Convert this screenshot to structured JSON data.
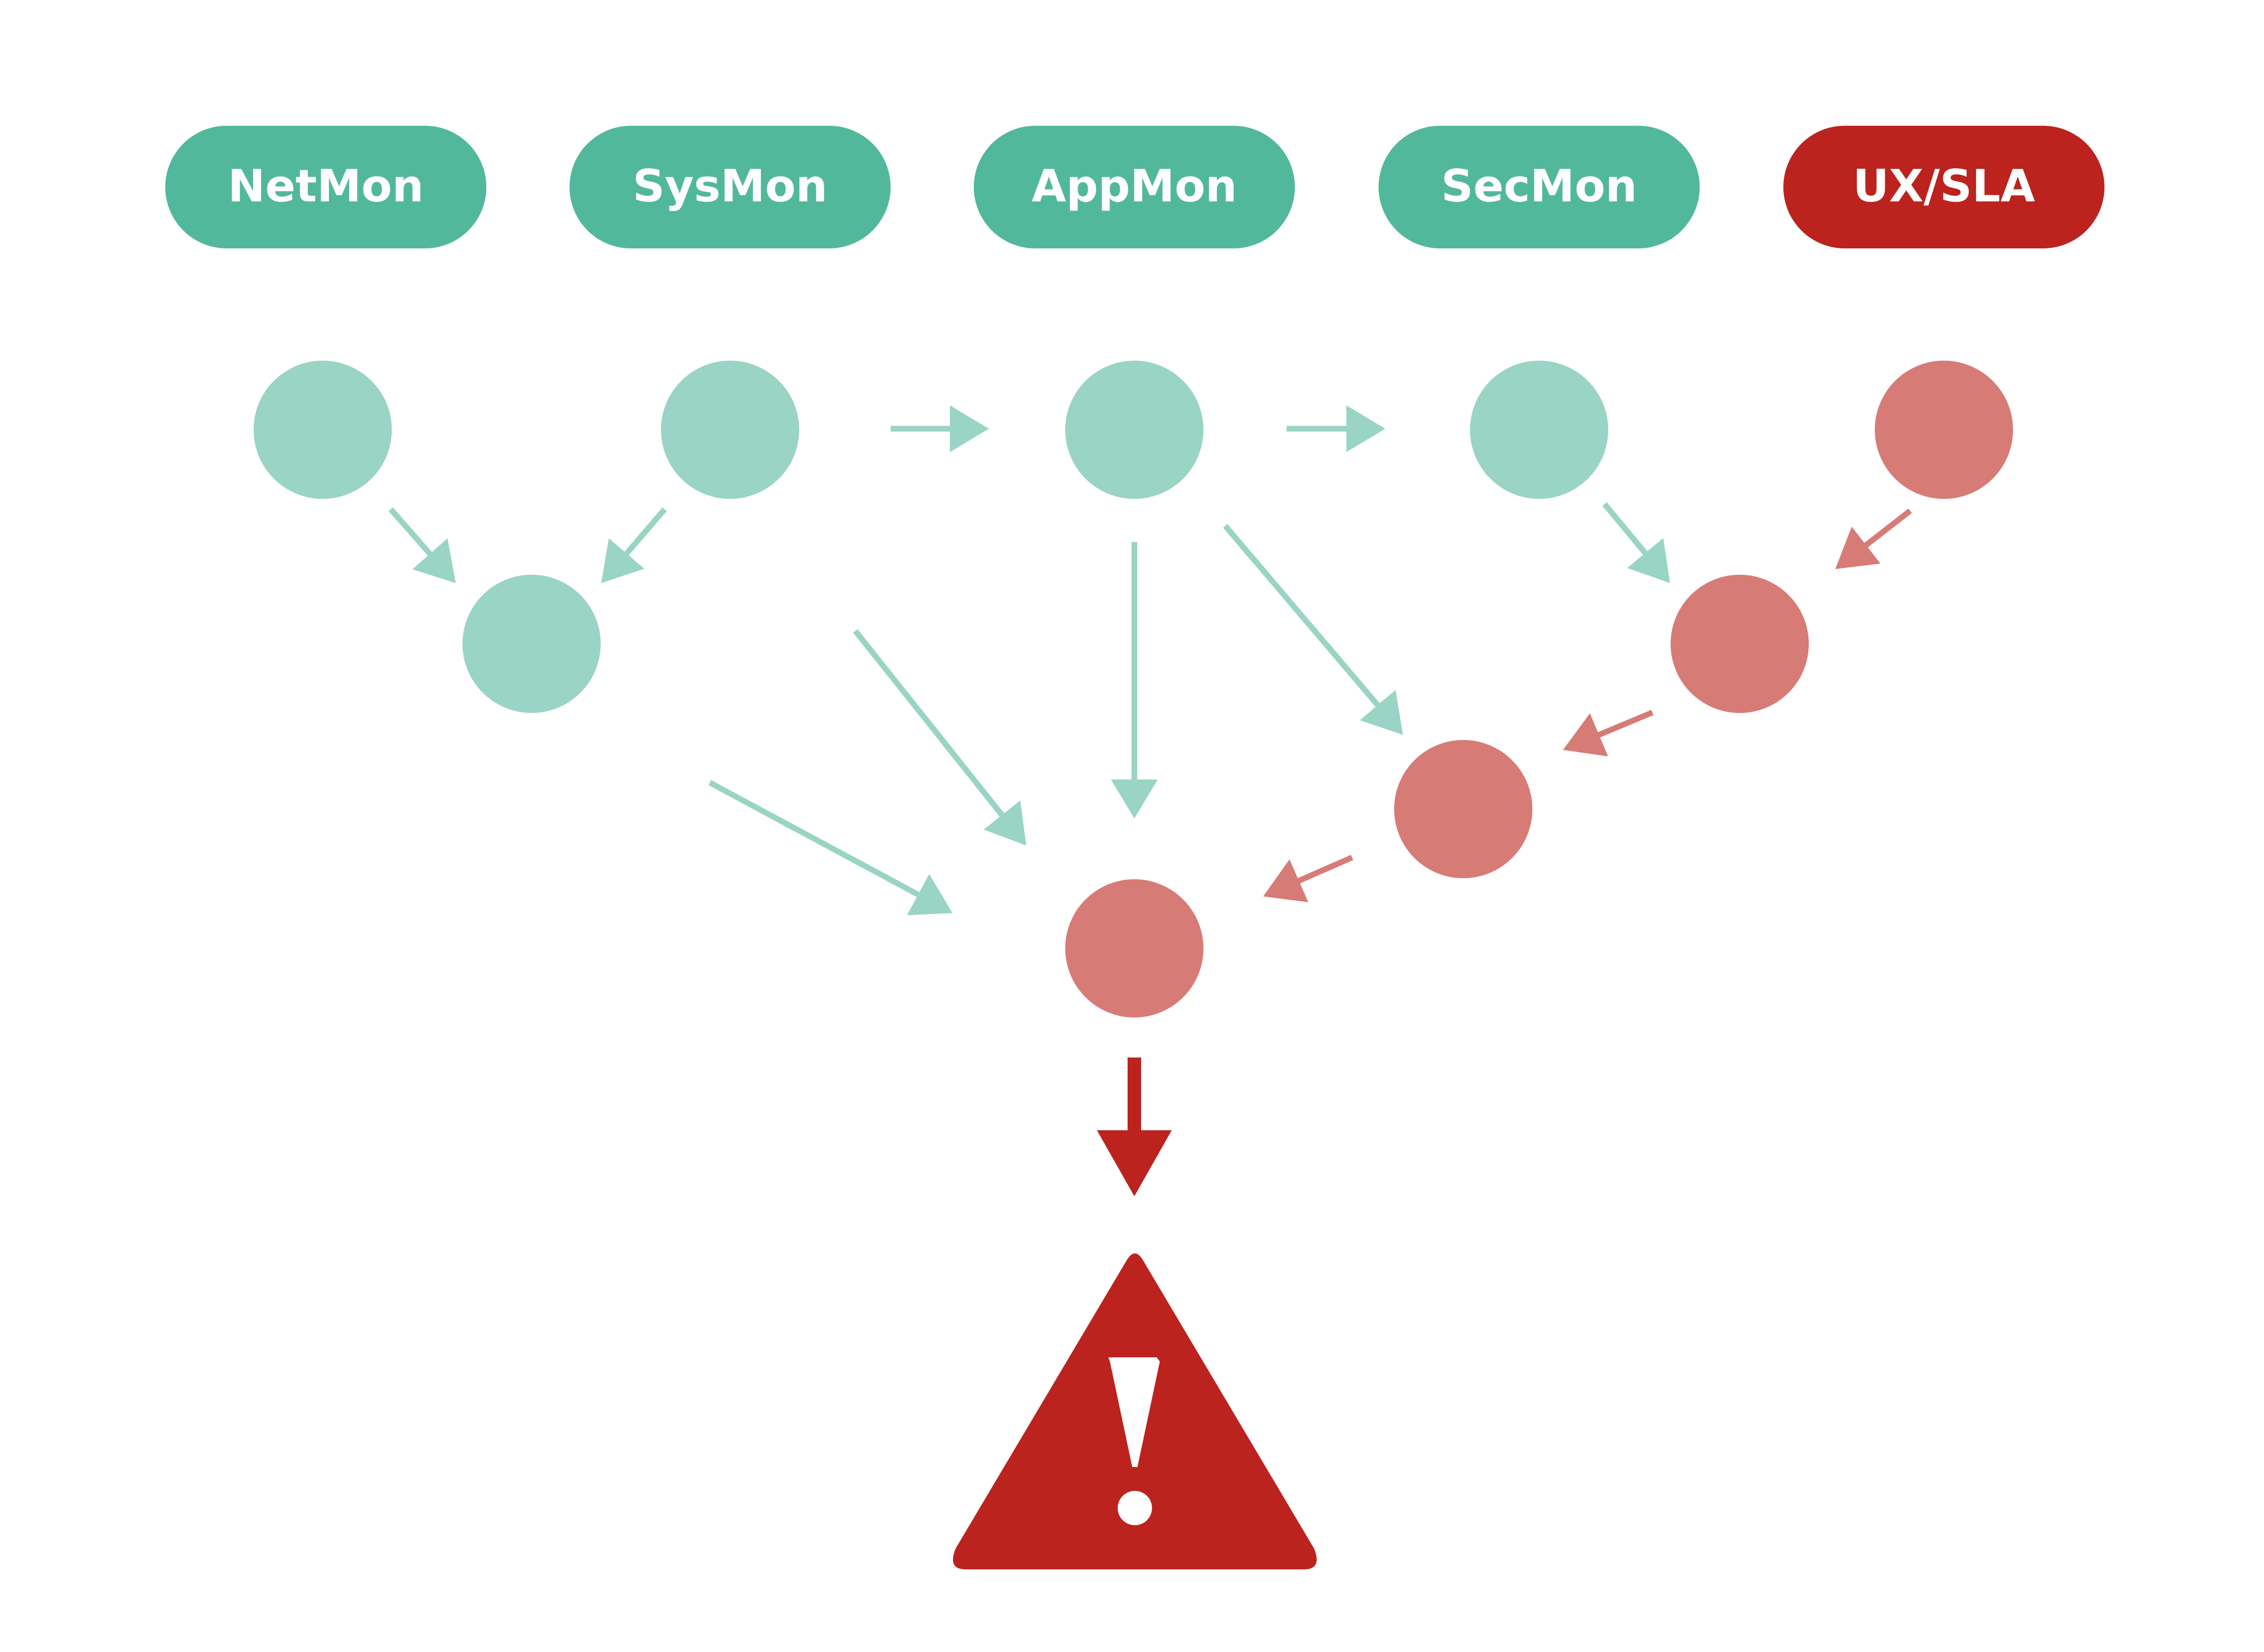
{
  "colors": {
    "teal": "#52b89c",
    "teal_light": "#99d4c4",
    "red": "#bc231e",
    "red_light": "#d77b76",
    "white": "#ffffff"
  },
  "monitors": [
    {
      "id": "netmon",
      "label": "NetMon",
      "status": "ok"
    },
    {
      "id": "sysmon",
      "label": "SysMon",
      "status": "ok"
    },
    {
      "id": "appmon",
      "label": "AppMon",
      "status": "ok"
    },
    {
      "id": "secmon",
      "label": "SecMon",
      "status": "ok"
    },
    {
      "id": "uxsla",
      "label": "UX/SLA",
      "status": "alert"
    }
  ],
  "nodes": [
    {
      "id": "n1",
      "status": "ok"
    },
    {
      "id": "n2",
      "status": "ok"
    },
    {
      "id": "n3",
      "status": "ok"
    },
    {
      "id": "n4",
      "status": "ok"
    },
    {
      "id": "n5",
      "status": "alert"
    },
    {
      "id": "n6",
      "status": "ok"
    },
    {
      "id": "n7",
      "status": "alert"
    },
    {
      "id": "n8",
      "status": "alert"
    },
    {
      "id": "n9",
      "status": "alert"
    }
  ],
  "edges": [
    {
      "from": "n1",
      "to": "n6",
      "status": "ok"
    },
    {
      "from": "n2",
      "to": "n6",
      "status": "ok"
    },
    {
      "from": "n2",
      "to": "n3",
      "status": "ok"
    },
    {
      "from": "n3",
      "to": "n4",
      "status": "ok"
    },
    {
      "from": "n4",
      "to": "n7",
      "status": "ok"
    },
    {
      "from": "n5",
      "to": "n7",
      "status": "alert"
    },
    {
      "from": "n3",
      "to": "n9",
      "status": "ok"
    },
    {
      "from": "n3",
      "to": "n8",
      "status": "ok"
    },
    {
      "from": "n2",
      "to": "n9",
      "status": "ok"
    },
    {
      "from": "n6",
      "to": "n9",
      "status": "ok"
    },
    {
      "from": "n7",
      "to": "n8",
      "status": "alert"
    },
    {
      "from": "n8",
      "to": "n9",
      "status": "alert"
    },
    {
      "from": "n9",
      "to": "alert",
      "status": "critical"
    }
  ],
  "alert": {
    "icon": "warning-icon"
  }
}
